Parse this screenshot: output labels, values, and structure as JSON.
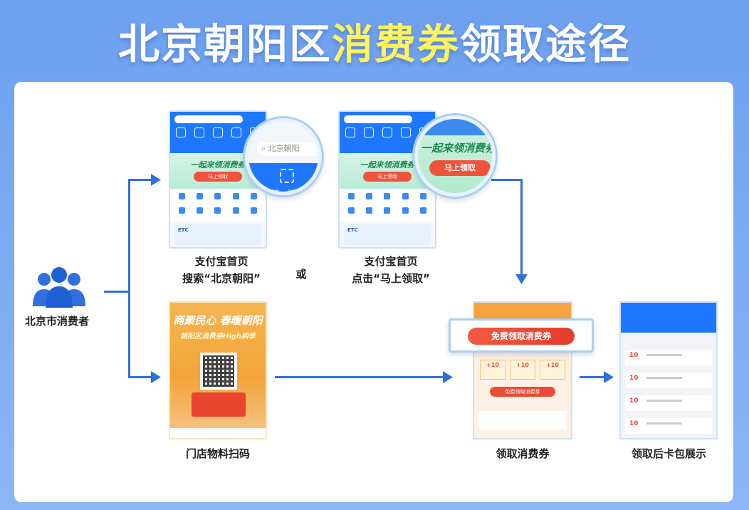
{
  "header": {
    "title_part1": "北京朝阳区",
    "title_highlight": "消费券",
    "title_part2": "领取途径"
  },
  "consumer": {
    "label": "北京市消费者"
  },
  "step_search": {
    "line1": "支付宝首页",
    "line2": "搜索“北京朝阳”",
    "search_text": "北京朝阳",
    "scan_text": "扫一扫"
  },
  "or_label": "或",
  "step_click": {
    "line1": "支付宝首页",
    "line2": "点击“马上领取”",
    "banner_text": "一起来领消费券",
    "button_text": "马上领取"
  },
  "step_store": {
    "label": "门店物料扫码",
    "poster_title": "商聚民心 春暖朝阳",
    "poster_subtitle": "朝阳区消费券High购季"
  },
  "step_claim": {
    "label": "领取消费券",
    "button_text": "免费领取消费券",
    "tile_value": "+10"
  },
  "step_card": {
    "label": "领取后卡包展示",
    "coupon_value": "10"
  },
  "colors": {
    "accent_blue": "#2f6fe0",
    "highlight_yellow": "#fff35a",
    "coupon_red": "#ea4b35"
  }
}
